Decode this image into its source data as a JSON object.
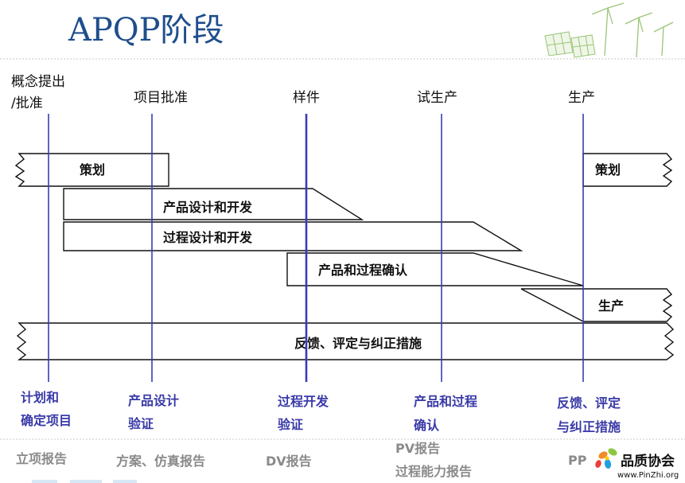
{
  "title": "APQP阶段",
  "milestones": {
    "concept_line1": "概念提出",
    "concept_line2": "/批准",
    "program": "项目批准",
    "prototype": "样件",
    "pilot": "试生产",
    "launch": "生产"
  },
  "phases": {
    "planning_left": "策划",
    "planning_right": "策划",
    "product_design": "产品设计和开发",
    "process_design": "过程设计和开发",
    "validation": "产品和过程确认",
    "production": "生产",
    "feedback": "反馈、评定与纠正措施"
  },
  "phase_outputs": {
    "p1_line1": "计划和",
    "p1_line2": "确定项目",
    "p2_line1": "产品设计",
    "p2_line2": "验证",
    "p3_line1": "过程开发",
    "p3_line2": "验证",
    "p4_line1": "产品和过程",
    "p4_line2": "确认",
    "p5_line1": "反馈、评定",
    "p5_line2": "与纠正措施"
  },
  "reports": {
    "r1": "立项报告",
    "r2": "方案、仿真报告",
    "r3": "DV报告",
    "r4_line1": "PV报告",
    "r4_line2": "过程能力报告",
    "r5": "PP"
  },
  "logo": {
    "name": "品质协会",
    "url": "www.PinZhi.org"
  },
  "colors": {
    "accent_line": "#3a3ab8",
    "title": "#1f4e8c",
    "output_text": "#3a3aa8",
    "report_text": "#8a8a8a"
  }
}
